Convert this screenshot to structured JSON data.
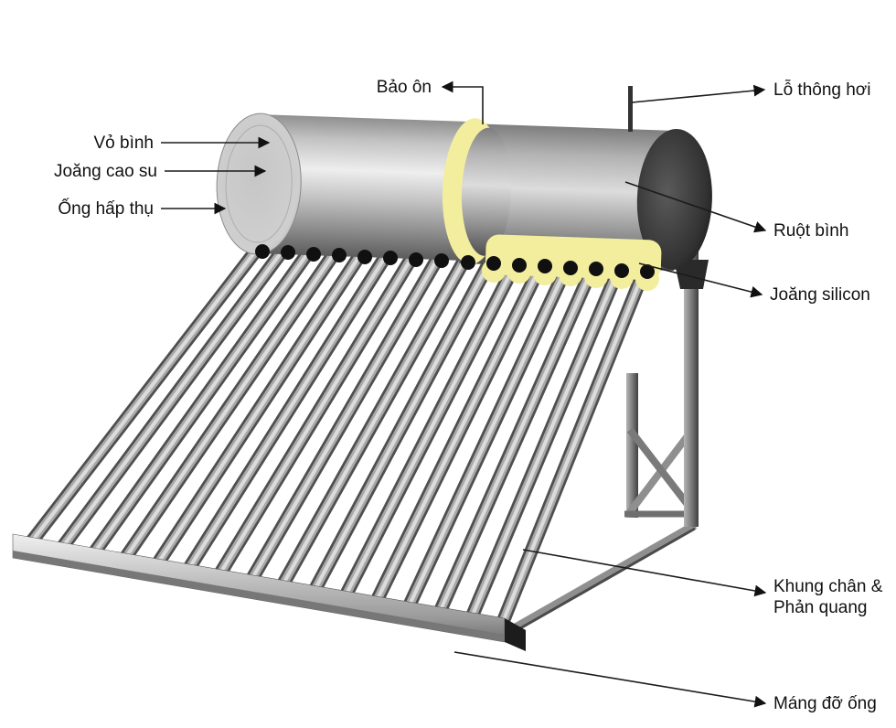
{
  "labels": {
    "bao_on": "Bảo ôn",
    "lo_thong_hoi": "Lỗ thông hơi",
    "vo_binh": "Vỏ bình",
    "joang_cao_su": "Joăng cao su",
    "ong_hap_thu": "Ống hấp thụ",
    "ruot_binh": "Ruột bình",
    "joang_silicon": "Joăng silicon",
    "khung_chan_phan_quang_line1": "Khung chân &",
    "khung_chan_phan_quang_line2": "Phản quang",
    "mang_do_ong": "Máng đỡ ống"
  },
  "colors": {
    "insulation_yellow": "#f2ee9d",
    "pointer_line": "#1c1c1c",
    "label_text": "#111111"
  }
}
